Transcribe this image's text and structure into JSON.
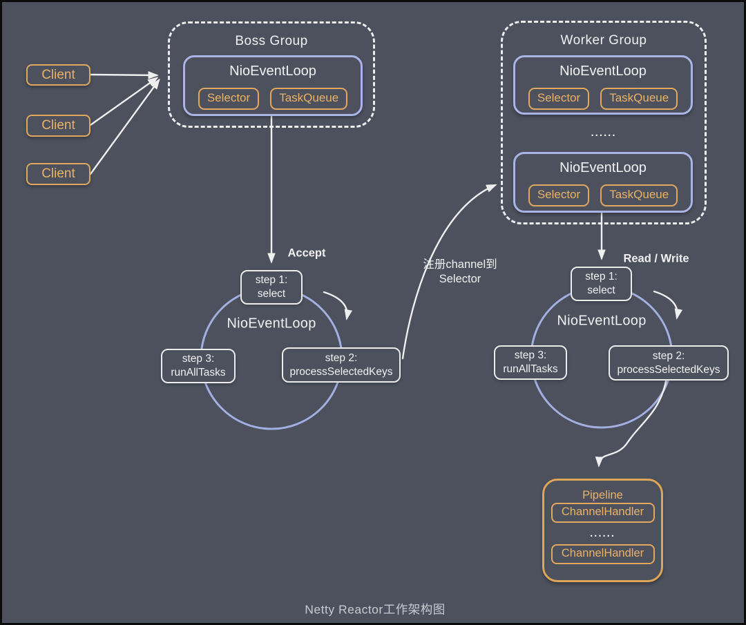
{
  "caption": "Netty Reactor工作架构图",
  "colors": {
    "background": "#4d515e",
    "frame": "#0b0b0d",
    "accent_orange": "#e2a95e",
    "accent_lavender": "#a9b5e6",
    "line_white": "#efefef",
    "caption_gray": "#c9cbd1"
  },
  "clients": [
    {
      "label": "Client"
    },
    {
      "label": "Client"
    },
    {
      "label": "Client"
    }
  ],
  "boss_group": {
    "title": "Boss Group",
    "event_loop": {
      "title": "NioEventLoop",
      "boxes": [
        {
          "label": "Selector"
        },
        {
          "label": "TaskQueue"
        }
      ]
    }
  },
  "worker_group": {
    "title": "Worker Group",
    "ellipsis": "......",
    "event_loops": [
      {
        "title": "NioEventLoop",
        "boxes": [
          {
            "label": "Selector"
          },
          {
            "label": "TaskQueue"
          }
        ]
      },
      {
        "title": "NioEventLoop",
        "boxes": [
          {
            "label": "Selector"
          },
          {
            "label": "TaskQueue"
          }
        ]
      }
    ]
  },
  "boss_loop": {
    "center_label": "NioEventLoop",
    "step1": "step 1:\nselect",
    "step2": "step 2:\nprocessSelectedKeys",
    "step3": "step 3:\nrunAllTasks"
  },
  "worker_loop": {
    "center_label": "NioEventLoop",
    "step1": "step 1:\nselect",
    "step2": "step 2:\nprocessSelectedKeys",
    "step3": "step 3:\nrunAllTasks"
  },
  "edge_labels": {
    "accept": "Accept",
    "read_write": "Read / Write",
    "register": "注册channel到\nSelector"
  },
  "pipeline": {
    "title": "Pipeline",
    "ellipsis": "......",
    "handlers": [
      {
        "label": "ChannelHandler"
      },
      {
        "label": "ChannelHandler"
      }
    ]
  }
}
